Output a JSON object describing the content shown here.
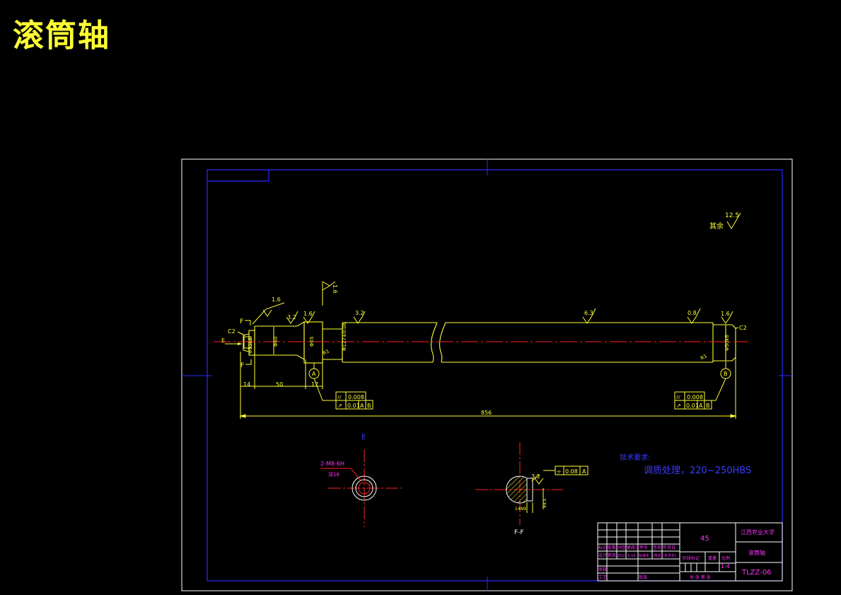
{
  "page_title": "滚筒轴",
  "colors": {
    "background": "#000000",
    "title": "#ffff33",
    "frame": "#ffffff",
    "border": "#2a2aff",
    "geometry": "#ffff33",
    "centerline": "#ff2020",
    "dimension": "#ffff33",
    "note_text": "#3a3aff",
    "title_block_text": "#ff33ff"
  },
  "drawing": {
    "other_roughness_label": "其余",
    "other_roughness_value": "12.5",
    "roughness": [
      "1.6",
      "3.2",
      "1.6",
      "1.6",
      "3.2",
      "6.3",
      "0.8",
      "1.6"
    ],
    "chamfer_left": "C2",
    "chamfer_right": "C2",
    "section_mark_f": "F",
    "view_mark_e": "E",
    "datum_a": "A",
    "datum_b": "B",
    "dimensions": {
      "d14": "14",
      "d50": "50",
      "d17": "17",
      "overall": "856",
      "fillet_left": "R1",
      "fillet_right": "R1",
      "dia_left": "Φ50k6",
      "dia_mid": "Φ60",
      "dia_shoulder": "Φ65",
      "dia_body": "Φ127±0.06",
      "dia_right": "Φ50k6"
    },
    "tolerance_left": {
      "row1_symbol": "⌭",
      "row1_value": "0.008",
      "row2_symbol": "↗",
      "row2_value": "0.01",
      "row2_datum1": "A",
      "row2_datum2": "B"
    },
    "tolerance_right": {
      "row1_symbol": "⌭",
      "row1_value": "0.008",
      "row2_symbol": "↗",
      "row2_value": "0.01",
      "row2_datum1": "A",
      "row2_datum2": "B"
    },
    "view_e": {
      "callout": "2-M8-6H",
      "depth": "深16",
      "label": "E"
    },
    "section_f": {
      "label": "F-F",
      "roughness": "3.2",
      "symmetry_symbol": "⌯",
      "symmetry_value": "0.08",
      "datum": "A",
      "dim1": "14N9",
      "dim2": "44.5"
    },
    "tech_req_title": "技术要求:",
    "tech_req_text": "调质处理，220~250HBS"
  },
  "title_block": {
    "material": "45",
    "school": "江西农业大学",
    "part_name": "滚筒轴",
    "drawing_no": "TLZZ-06",
    "scale": "1:4",
    "stage_mark_label": "阶段标记",
    "weight_label": "重量",
    "scale_label": "比例",
    "sheet_text": "共  张  第  张",
    "row_labels": [
      "标记",
      "处数",
      "分区",
      "更改文件号",
      "签名",
      "年月日"
    ],
    "row_values": [
      "设计",
      "郭凤",
      "2014.5.16",
      "标准化",
      "(签名)",
      "(年月日)"
    ],
    "review_label": "审核",
    "process_label": "工艺",
    "approve_label": "批准"
  }
}
